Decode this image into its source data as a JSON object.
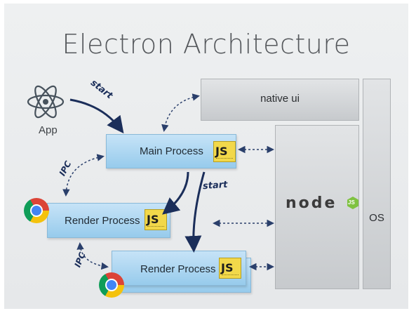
{
  "title": "Electron Architecture",
  "app_label": "App",
  "native_ui_label": "native ui",
  "main_process_label": "Main Process",
  "render_process_1_label": "Render Process",
  "render_process_2_label": "Render Process",
  "node_label": "node",
  "node_badge": "JS",
  "os_label": "OS",
  "js_badge": "JS",
  "arrow_labels": {
    "start_app": "start",
    "start_main": "start",
    "ipc_1": "IPC",
    "ipc_2": "IPC"
  },
  "colors": {
    "process_box": "#9fd0ee",
    "js_badge": "#f2d84a",
    "node_green": "#7fc241",
    "arrow": "#1b2e5a"
  }
}
